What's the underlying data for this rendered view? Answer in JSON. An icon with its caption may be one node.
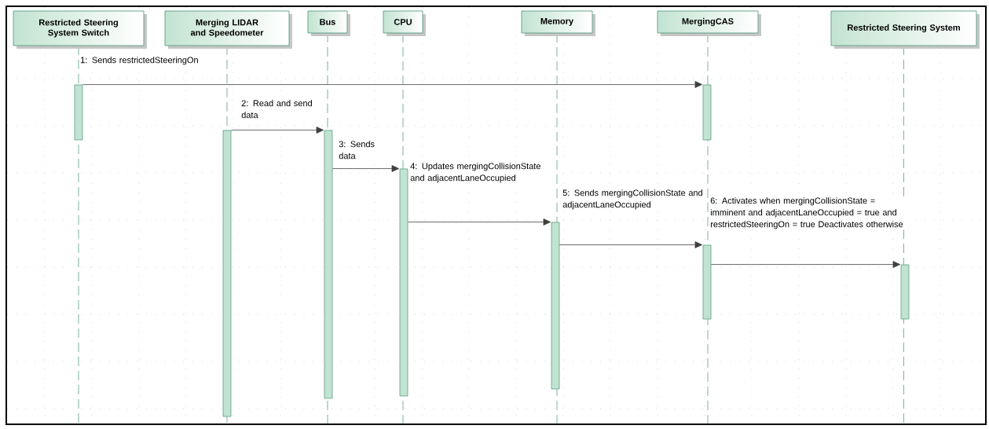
{
  "diagram": {
    "nodes": [
      {
        "text": [
          "Restricted Steering System Switch"
        ]
      },
      {
        "text": [
          "Merging LIDAR and Speedometer"
        ]
      },
      {
        "text": [
          "Bus"
        ]
      },
      {
        "text": [
          "CPU"
        ]
      },
      {
        "text": [
          "Memory"
        ]
      },
      {
        "text": [
          "MergingCAS"
        ]
      },
      {
        "text": [
          "Restricted Steering System"
        ]
      },
      {
        "text": [],
        "shape": "bar"
      },
      {
        "text": [],
        "shape": "bar"
      },
      {
        "text": [],
        "shape": "bar"
      },
      {
        "text": [],
        "shape": "bar"
      },
      {
        "text": [],
        "shape": "bar"
      },
      {
        "text": [],
        "shape": "bar"
      },
      {
        "text": [],
        "shape": "bar"
      },
      {
        "text": [],
        "shape": "bar"
      }
    ],
    "edges": [
      {
        "from": 7,
        "to": 12,
        "arrow": "to",
        "label": "1: Sends restrictedSteeringOn"
      },
      {
        "from": 8,
        "to": 9,
        "arrow": "to",
        "label": "2: Read and send data"
      },
      {
        "from": 9,
        "to": 10,
        "arrow": "to",
        "label": "3: Sends data"
      },
      {
        "from": 10,
        "to": 11,
        "arrow": "to",
        "label": "4: Updates mergingCollisionState and adjacentLaneOccupied"
      },
      {
        "from": 11,
        "to": 13,
        "arrow": "to",
        "label": "5: Sends mergingCollisionState and adjacentLaneOccupied"
      },
      {
        "from": 13,
        "to": 14,
        "arrow": "to",
        "label": "6: Activates when mergingCollisionState = imminent and adjacentLaneOccupied = true and restrictedSteeringOn = true Deactivates otherwise"
      }
    ]
  }
}
